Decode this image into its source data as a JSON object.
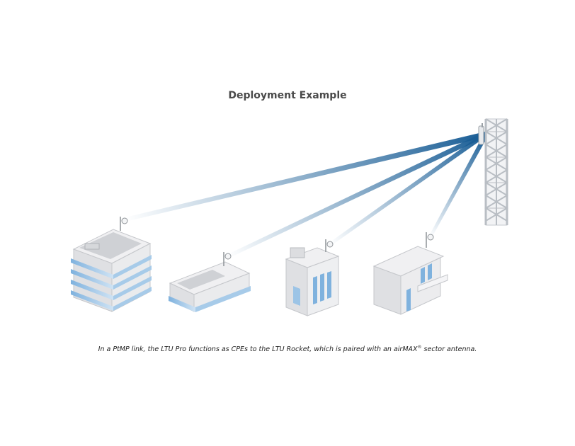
{
  "title": "Deployment Example",
  "caption_before": "In a PtMP link, the LTU Pro functions as CPEs to the LTU Rocket, which is paired with an airMAX",
  "caption_mark": "®",
  "caption_after": " sector antenna.",
  "colors": {
    "link": "#1a5e96",
    "building": "#e6e6e8",
    "glass": "#9cc4e6",
    "tower": "#c8ccd0"
  }
}
